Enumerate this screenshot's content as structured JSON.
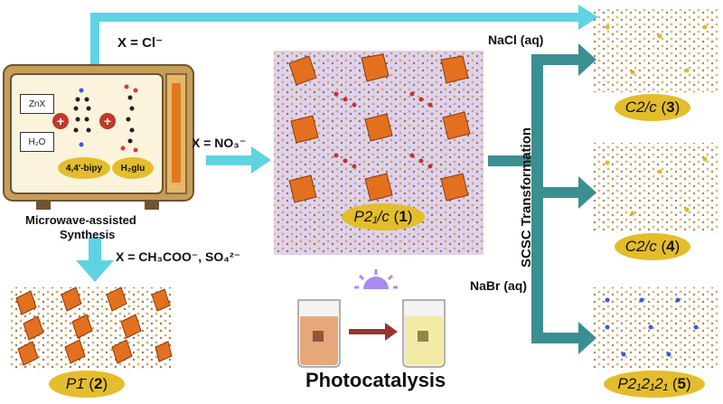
{
  "routes": {
    "chloride": "X = Cl⁻",
    "nitrate": "X = NO₃⁻",
    "acetate_sulfate": "X = CH₃COO⁻, SO₄²⁻"
  },
  "oven": {
    "box_zn": "ZnX",
    "box_water": "H₂O",
    "ligand_bipy": "4,4′-bipy",
    "ligand_glu": "H₂glu",
    "caption_line1": "Microwave-assisted",
    "caption_line2": "Synthesis"
  },
  "products": {
    "p1": {
      "group": "P2₁/c",
      "num": "1"
    },
    "p2": {
      "group": "P1̄",
      "num": "2"
    },
    "p3": {
      "group": "C2/c",
      "num": "3"
    },
    "p4": {
      "group": "C2/c",
      "num": "4"
    },
    "p5": {
      "group": "P2₁2₁2₁",
      "num": "5"
    }
  },
  "reagents": {
    "nacl": "NaCl (aq)",
    "nabr": "NaBr (aq)"
  },
  "transformation": "SCSC Transformation",
  "photocatalysis": "Photocatalysis",
  "colors": {
    "arrow_cyan": "#5fd3e2",
    "arrow_teal": "#3c8f91",
    "pill": "#e3bd2c",
    "oven_body": "#c79d5a",
    "crystal_bg": "#ded2f1",
    "polyhedra": "#e2701e",
    "light": "#a98bf0"
  }
}
